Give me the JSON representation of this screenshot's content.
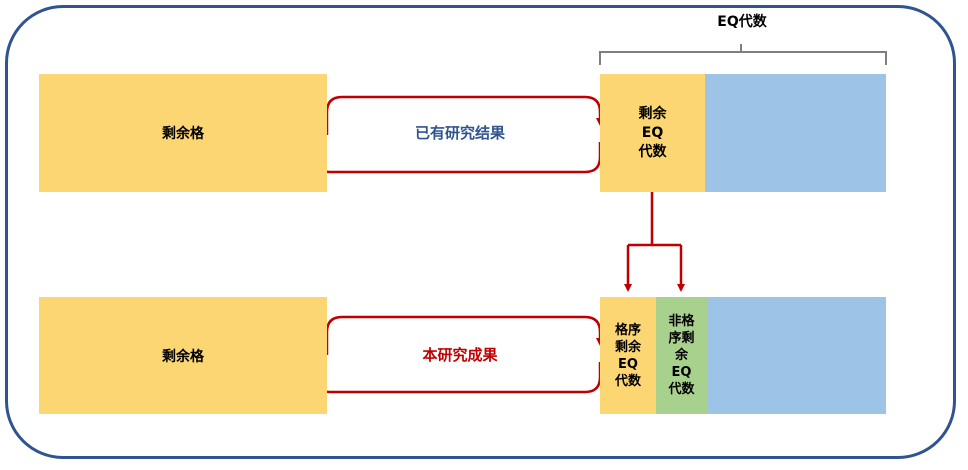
{
  "bracket_label": "EQ代数",
  "top_row": {
    "left_box": "剩余格",
    "middle_label": "已有研究结果",
    "right_box": "剩余\nEQ\n代数"
  },
  "bottom_row": {
    "left_box": "剩余格",
    "middle_label": "本研究成果",
    "box_ordered": "格序\n剩余\nEQ\n代数",
    "box_non_ordered": "非格\n序剩\n余\nEQ\n代数"
  },
  "colors": {
    "frame": "#2f5490",
    "arrow": "#c00000",
    "existing_label": "#2f5490",
    "this_study_label": "#c00000",
    "yellow": "#fdd674",
    "blue": "#9dc3e6",
    "green": "#a9d18e",
    "bracket": "#7f7f7f"
  }
}
